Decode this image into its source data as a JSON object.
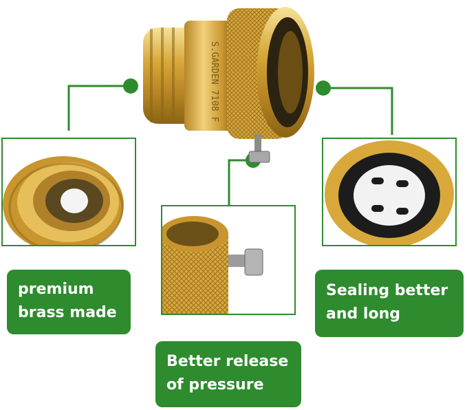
{
  "callouts": [
    {
      "text": [
        "premium",
        "brass made"
      ]
    },
    {
      "text": [
        "Better release",
        "of pressure"
      ]
    },
    {
      "text": [
        "Sealing better",
        "and long"
      ]
    }
  ],
  "colors": {
    "accent_green": "#2e8b2e",
    "brass": "#d8a93a",
    "brass_dark": "#8a6416",
    "brass_light": "#f4dc8a"
  },
  "product_engraving": "S.GARDEN 7108 F"
}
